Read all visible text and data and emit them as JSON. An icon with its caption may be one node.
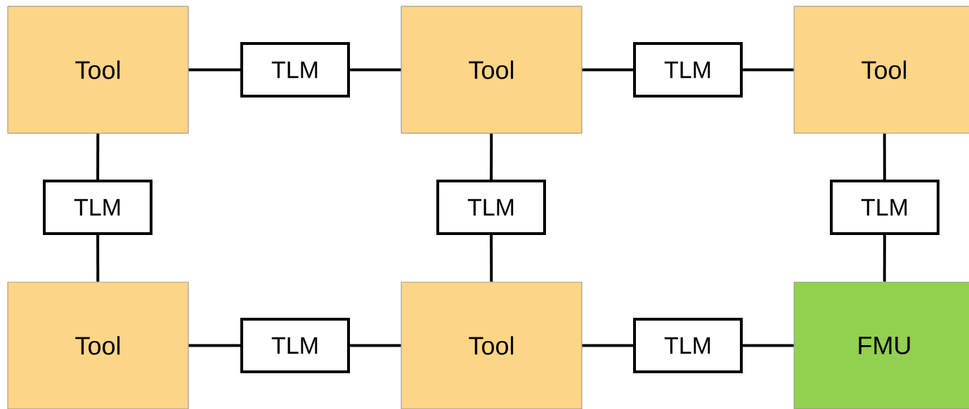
{
  "diagram": {
    "nodes": [
      {
        "text": [
          "Tool"
        ]
      },
      {
        "text": [
          "TLM"
        ]
      },
      {
        "text": [
          "Tool"
        ]
      },
      {
        "text": [
          "TLM"
        ]
      },
      {
        "text": [
          "Tool"
        ]
      },
      {
        "text": [
          "TLM"
        ]
      },
      {
        "text": [
          "TLM"
        ]
      },
      {
        "text": [
          "TLM"
        ]
      },
      {
        "text": [
          "Tool"
        ]
      },
      {
        "text": [
          "TLM"
        ]
      },
      {
        "text": [
          "Tool"
        ]
      },
      {
        "text": [
          "TLM"
        ]
      },
      {
        "text": [
          "FMU"
        ]
      }
    ],
    "edges": [
      {
        "from": 0,
        "to": 1,
        "arrow": "none"
      },
      {
        "from": 1,
        "to": 2,
        "arrow": "none"
      },
      {
        "from": 2,
        "to": 3,
        "arrow": "none"
      },
      {
        "from": 3,
        "to": 4,
        "arrow": "none"
      },
      {
        "from": 0,
        "to": 5,
        "arrow": "none"
      },
      {
        "from": 5,
        "to": 8,
        "arrow": "none"
      },
      {
        "from": 2,
        "to": 6,
        "arrow": "none"
      },
      {
        "from": 6,
        "to": 10,
        "arrow": "none"
      },
      {
        "from": 4,
        "to": 7,
        "arrow": "none"
      },
      {
        "from": 7,
        "to": 12,
        "arrow": "none"
      },
      {
        "from": 8,
        "to": 9,
        "arrow": "none"
      },
      {
        "from": 9,
        "to": 10,
        "arrow": "none"
      },
      {
        "from": 10,
        "to": 11,
        "arrow": "none"
      },
      {
        "from": 11,
        "to": 12,
        "arrow": "none"
      }
    ]
  }
}
